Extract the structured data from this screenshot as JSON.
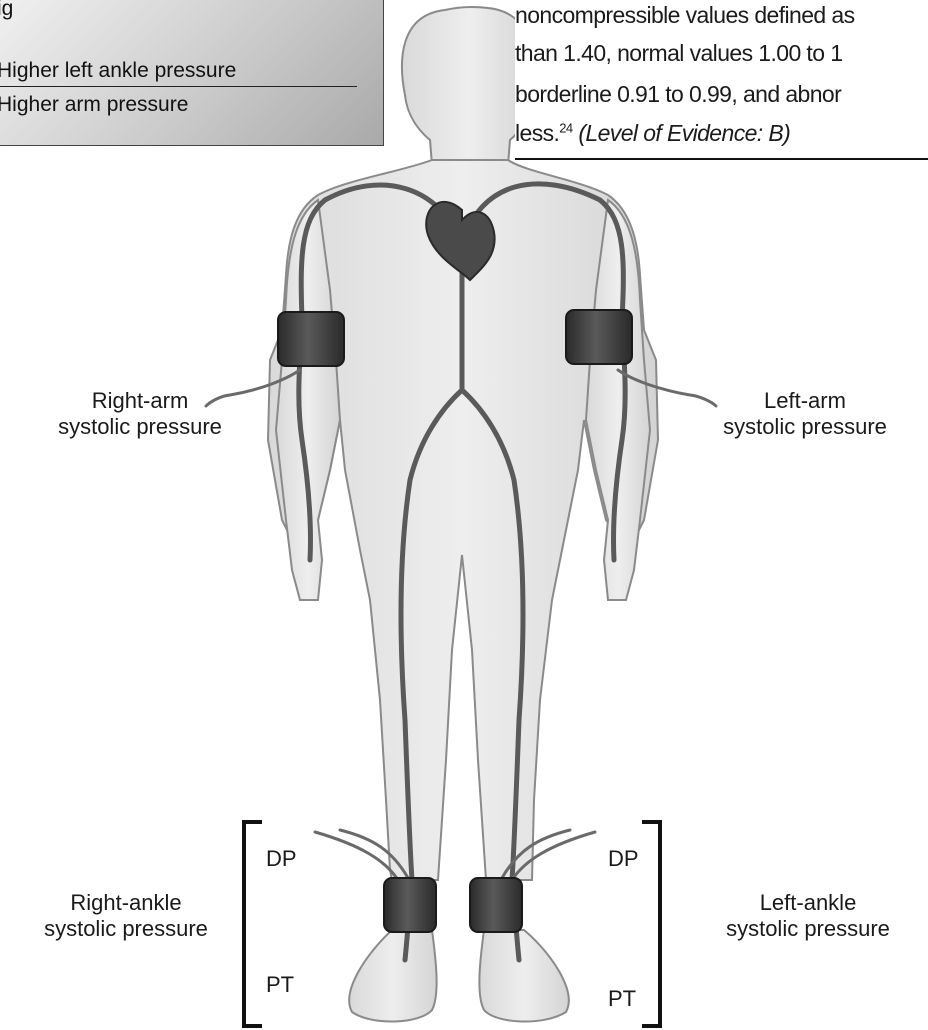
{
  "legend": {
    "partial_row": "ig",
    "row_higher_left_ankle": "Higher left ankle pressure",
    "row_higher_arm": "Higher arm pressure"
  },
  "excerpt": {
    "line1": "noncompressible values defined as",
    "line2": "than 1.40, normal values 1.00 to 1",
    "line3": "borderline 0.91 to 0.99, and abnor",
    "line4_text": "less.",
    "line4_ref": "24",
    "line4_evidence": "(Level of Evidence: B)"
  },
  "labels": {
    "right_arm": [
      "Right-arm",
      "systolic pressure"
    ],
    "left_arm": [
      "Left-arm",
      "systolic pressure"
    ],
    "right_ankle": [
      "Right-ankle",
      "systolic pressure"
    ],
    "left_ankle": [
      "Left-ankle",
      "systolic pressure"
    ],
    "dp": "DP",
    "pt": "PT"
  },
  "colors": {
    "body_fill": "#e6e6e6",
    "body_outline": "#8a8a8a",
    "vessel": "#5a5a5a",
    "cuff": "#3a3a3a",
    "heart": "#4a4a4a"
  }
}
